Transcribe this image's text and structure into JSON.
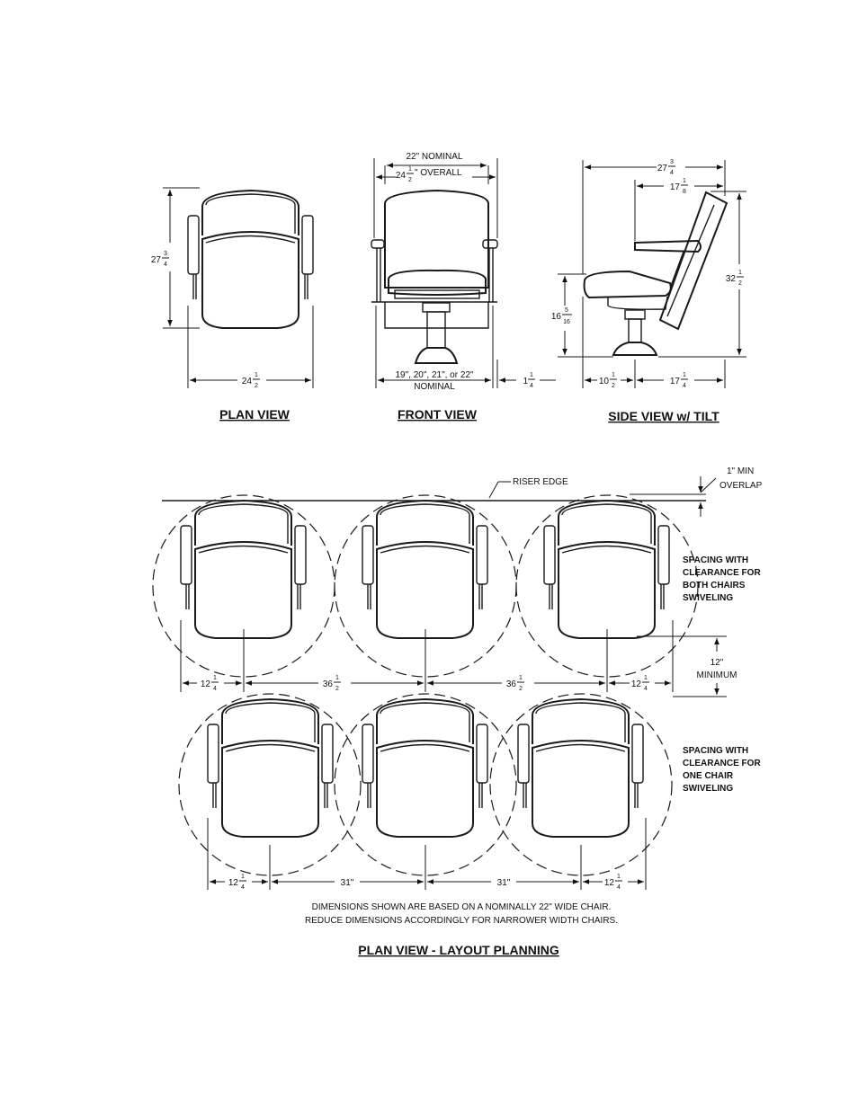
{
  "views": {
    "plan": {
      "title": "PLAN VIEW",
      "depth_whole": "27",
      "depth_num": "3",
      "depth_den": "4",
      "width_whole": "24",
      "width_num": "1",
      "width_den": "2"
    },
    "front": {
      "title": "FRONT VIEW",
      "nominal_label": "22\" NOMINAL",
      "overall_whole": "24",
      "overall_num": "1",
      "overall_den": "2",
      "overall_suffix": "\" OVERALL",
      "seat_widths": "19\", 20\", 21\", or 22\"",
      "seat_nominal": "NOMINAL",
      "side_whole": "1",
      "side_num": "1",
      "side_den": "4"
    },
    "side": {
      "title": "SIDE VIEW w/ TILT",
      "depth_whole": "27",
      "depth_num": "3",
      "depth_den": "4",
      "back_whole": "17",
      "back_num": "1",
      "back_den": "8",
      "height_whole": "32",
      "height_num": "1",
      "height_den": "2",
      "seat_whole": "16",
      "seat_num": "5",
      "seat_den": "16",
      "front_whole": "10",
      "front_num": "1",
      "front_den": "2",
      "base_whole": "17",
      "base_num": "1",
      "base_den": "4"
    }
  },
  "layout": {
    "riser_edge": "RISER EDGE",
    "overlap_line1": "1\" MIN",
    "overlap_line2": "OVERLAP",
    "both_note": [
      "SPACING WITH",
      "CLEARANCE FOR",
      "BOTH CHAIRS",
      "SWIVELING"
    ],
    "one_note": [
      "SPACING WITH",
      "CLEARANCE FOR",
      "ONE CHAIR",
      "SWIVELING"
    ],
    "row_gap_line1": "12\"",
    "row_gap_line2": "MINIMUM",
    "row1_dims": [
      {
        "whole": "12",
        "num": "1",
        "den": "4"
      },
      {
        "whole": "36",
        "num": "1",
        "den": "2"
      },
      {
        "whole": "36",
        "num": "1",
        "den": "2"
      },
      {
        "whole": "12",
        "num": "1",
        "den": "4"
      }
    ],
    "row2_dims": [
      {
        "whole": "12",
        "num": "1",
        "den": "4"
      },
      {
        "text": "31\""
      },
      {
        "text": "31\""
      },
      {
        "whole": "12",
        "num": "1",
        "den": "4"
      }
    ],
    "note_line1": "DIMENSIONS SHOWN ARE BASED ON A NOMINALLY 22\" WIDE CHAIR.",
    "note_line2": "REDUCE DIMENSIONS ACCORDINGLY FOR NARROWER WIDTH CHAIRS.",
    "title": "PLAN VIEW - LAYOUT PLANNING"
  }
}
